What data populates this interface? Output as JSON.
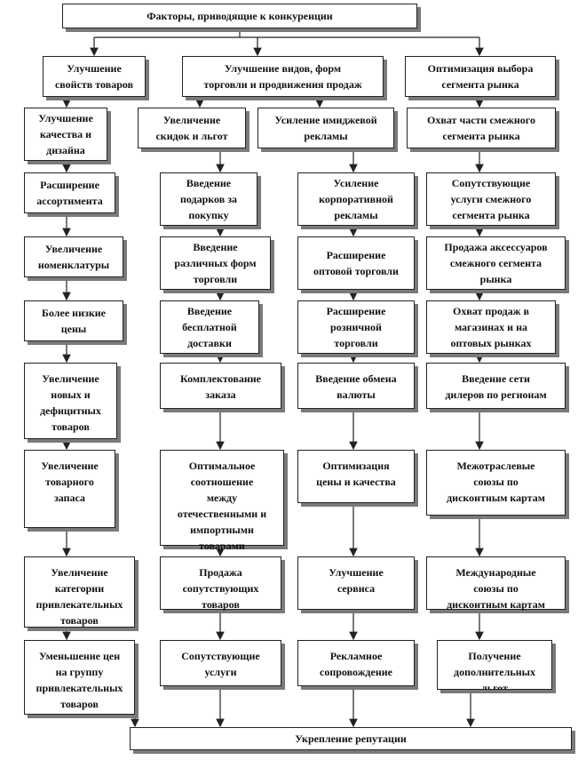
{
  "diagram": {
    "top": "Факторы, приводящие к конкуренции",
    "headers": [
      "Улучшение\nсвойств товаров",
      "Улучшение видов, форм\nторговли и продвижения продаж",
      "Оптимизация выбора\nсегмента рынка"
    ],
    "col1": [
      "Улучшение\nкачества и\nдизайна",
      "Расширение\nассортимента",
      "Увеличение\nноменклатуры",
      "Более низкие\nцены",
      "Увеличение\nновых и\nдефицитных\nтоваров",
      "Увеличение\nтоварного\nзапаса",
      "Увеличение\nкатегории\nпривлекательных\nтоваров",
      "Уменьшение цен\nна группу\nпривлекательных\nтоваров"
    ],
    "col2": [
      "Увеличение\nскидок и льгот",
      "Введение\nподарков за\nпокупку",
      "Введение\nразличных форм\nторговли",
      "Введение\nбесплатной\nдоставки",
      "Комплектование\nзаказа",
      "Оптимальное\nсоотношение\nмежду\nотечественными и\nимпортными\nтоварами",
      "Продажа\nсопутствующих\nтоваров",
      "Сопутствующие\nуслуги"
    ],
    "col3": [
      "Усиление имиджевой\nрекламы",
      "Усиление\nкорпоративной\nрекламы",
      "Расширение\nоптовой торговли",
      "Расширение\nрозничной\nторговли",
      "Введение обмена\nвалюты",
      "Оптимизация\nцены и качества",
      "Улучшение\nсервиса",
      "Рекламное\nсопровождение"
    ],
    "col4": [
      "Охват части смежного\nсегмента рынка",
      "Сопутствующие\nуслуги смежного\nсегмента рынка",
      "Продажа аксессуаров\nсмежного сегмента\nрынка",
      "Охват продаж в\nмагазинах и на\nоптовых рынках",
      "Введение сети\nдилеров по регионам",
      "Межотраслевые\nсоюзы по\nдисконтным картам",
      "Международные\nсоюзы по\nдисконтным картам",
      "Получение\nдополнительных\nльгот"
    ],
    "bottom": "Укрепление репутации"
  }
}
